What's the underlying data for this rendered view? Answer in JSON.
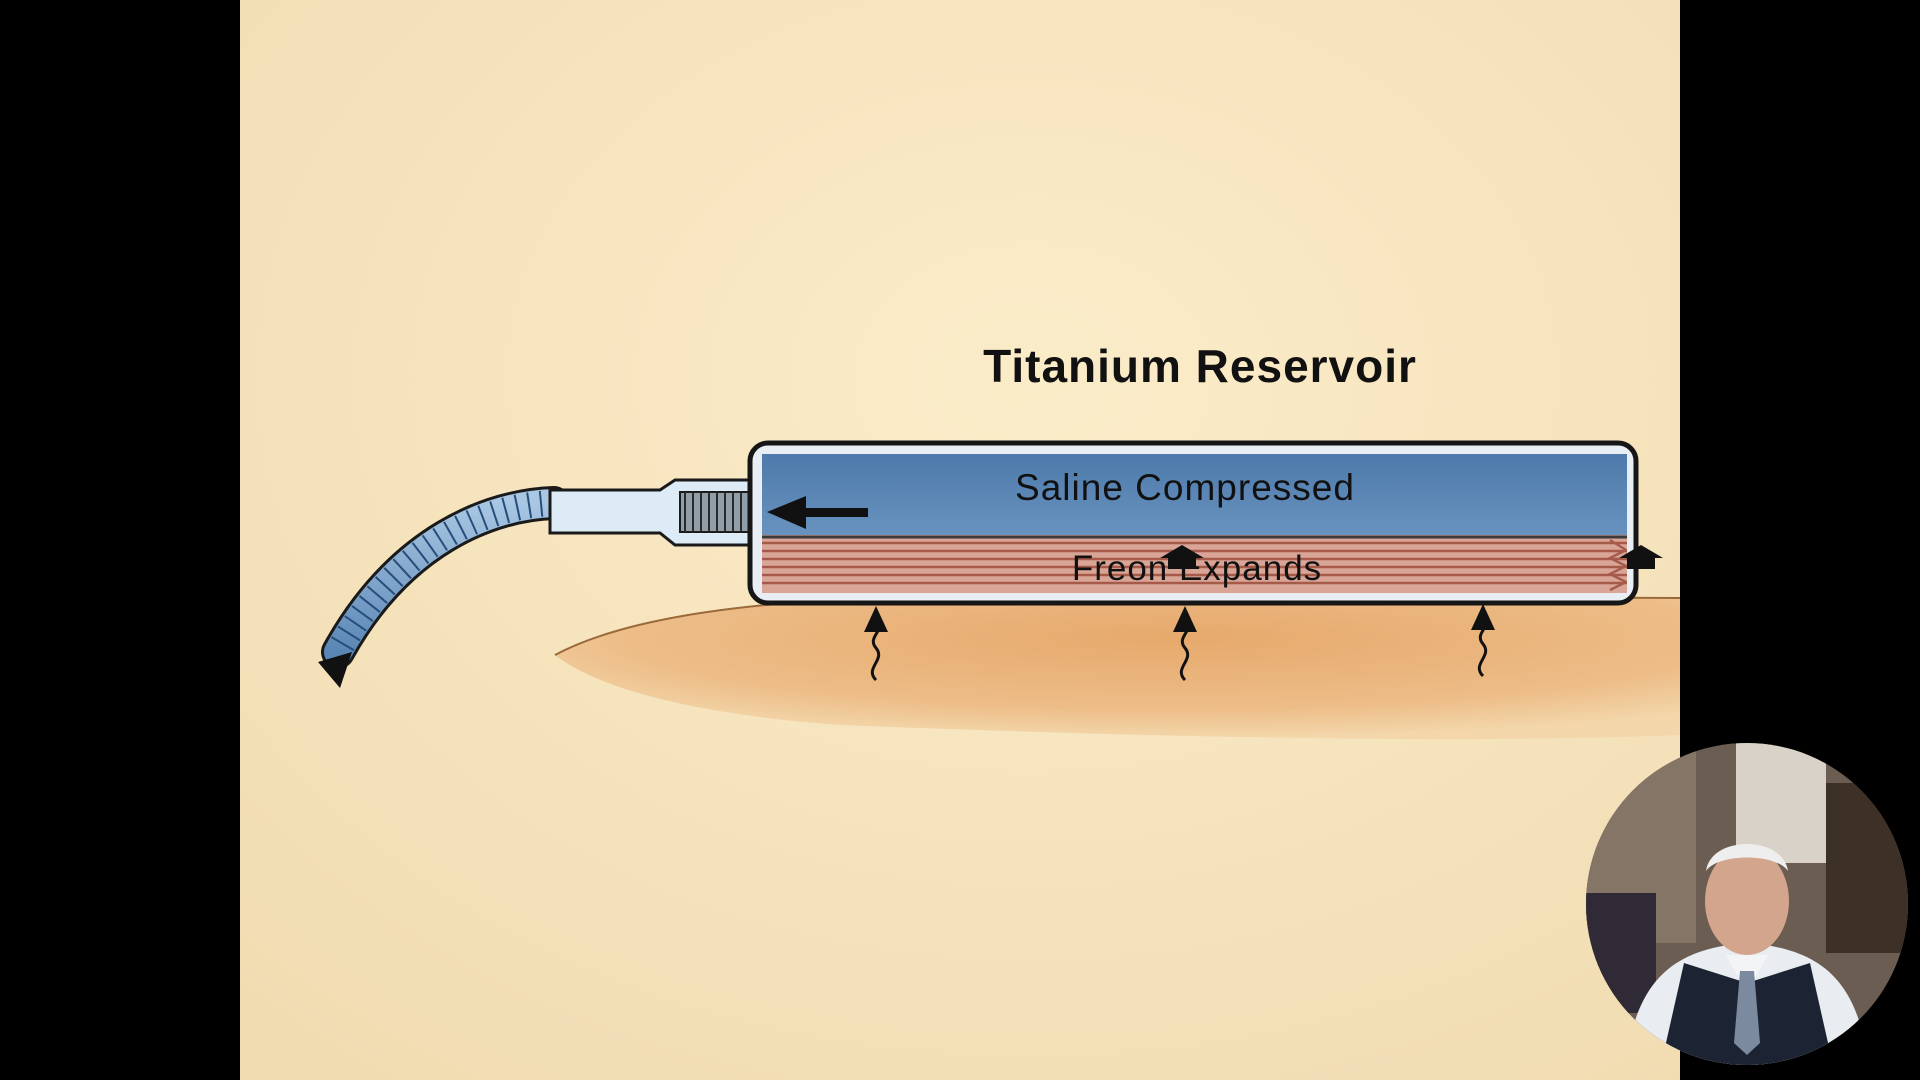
{
  "diagram": {
    "title": "Titanium Reservoir",
    "upper_chamber_label": "Saline Compressed",
    "lower_chamber_label": "Freon Expands"
  },
  "colors": {
    "paper": "#f6e4be",
    "saline_blue": "#5a86b5",
    "freon_pink": "#d9a597",
    "tissue": "#e9b277",
    "outline": "#161616"
  },
  "overlay": {
    "webcam_icon": "presenter-webcam"
  }
}
